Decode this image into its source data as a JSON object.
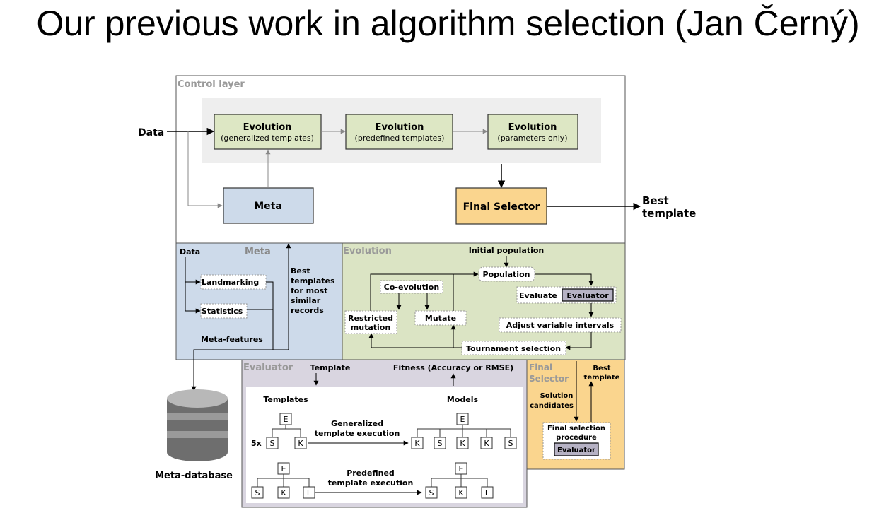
{
  "slide": {
    "title": "Our previous work in algorithm selection (Jan Černý)"
  },
  "colors": {
    "control": "#ffffff",
    "meta": "#cddaea",
    "evolution": "#dbe4c4",
    "evaluator": "#d9d5e0",
    "final": "#fad58e",
    "box_green": "#dde7c4",
    "box_yellow": "#fad58e",
    "box_blue": "#cddaea",
    "panel_label": "#999999"
  },
  "control": {
    "label": "Control layer",
    "data_label": "Data",
    "evo1_title": "Evolution",
    "evo1_sub": "(generalized templates)",
    "evo2_title": "Evolution",
    "evo2_sub": "(predefined templates)",
    "evo3_title": "Evolution",
    "evo3_sub": "(parameters only)",
    "meta_box": "Meta",
    "final_selector": "Final Selector",
    "best_template_1": "Best",
    "best_template_2": "template"
  },
  "meta": {
    "label": "Meta",
    "data": "Data",
    "landmarking": "Landmarking",
    "statistics": "Statistics",
    "best_lines": [
      "Best",
      "templates",
      "for most",
      "similar",
      "records"
    ],
    "meta_features": "Meta-features",
    "meta_database": "Meta-database"
  },
  "evolution": {
    "label": "Evolution",
    "initial_population": "Initial population",
    "population": "Population",
    "co_evolution": "Co-evolution",
    "evaluate": "Evaluate",
    "evaluator": "Evaluator",
    "restricted_1": "Restricted",
    "restricted_2": "mutation",
    "mutate": "Mutate",
    "adjust": "Adjust variable intervals",
    "tournament": "Tournament selection"
  },
  "evaluator": {
    "label": "Evaluator",
    "template": "Template",
    "fitness": "Fitness (Accuracy or  RMSE)",
    "templates": "Templates",
    "models": "Models",
    "generalized_1": "Generalized",
    "generalized_2": "template execution",
    "predefined_1": "Predefined",
    "predefined_2": "template execution",
    "five_x": "5x",
    "tree1": {
      "root": "E",
      "leaves": [
        "S",
        "K"
      ]
    },
    "tree2": {
      "root": "E",
      "leaves": [
        "K",
        "S",
        "K",
        "K",
        "S"
      ]
    },
    "tree3": {
      "root": "E",
      "leaves": [
        "S",
        "K",
        "L"
      ]
    },
    "tree4": {
      "root": "E",
      "leaves": [
        "S",
        "K",
        "L"
      ]
    }
  },
  "final": {
    "label_1": "Final",
    "label_2": "Selector",
    "best_1": "Best",
    "best_2": "template",
    "solution_1": "Solution",
    "solution_2": "candidates",
    "procedure_1": "Final selection",
    "procedure_2": "procedure",
    "evaluator": "Evaluator"
  }
}
